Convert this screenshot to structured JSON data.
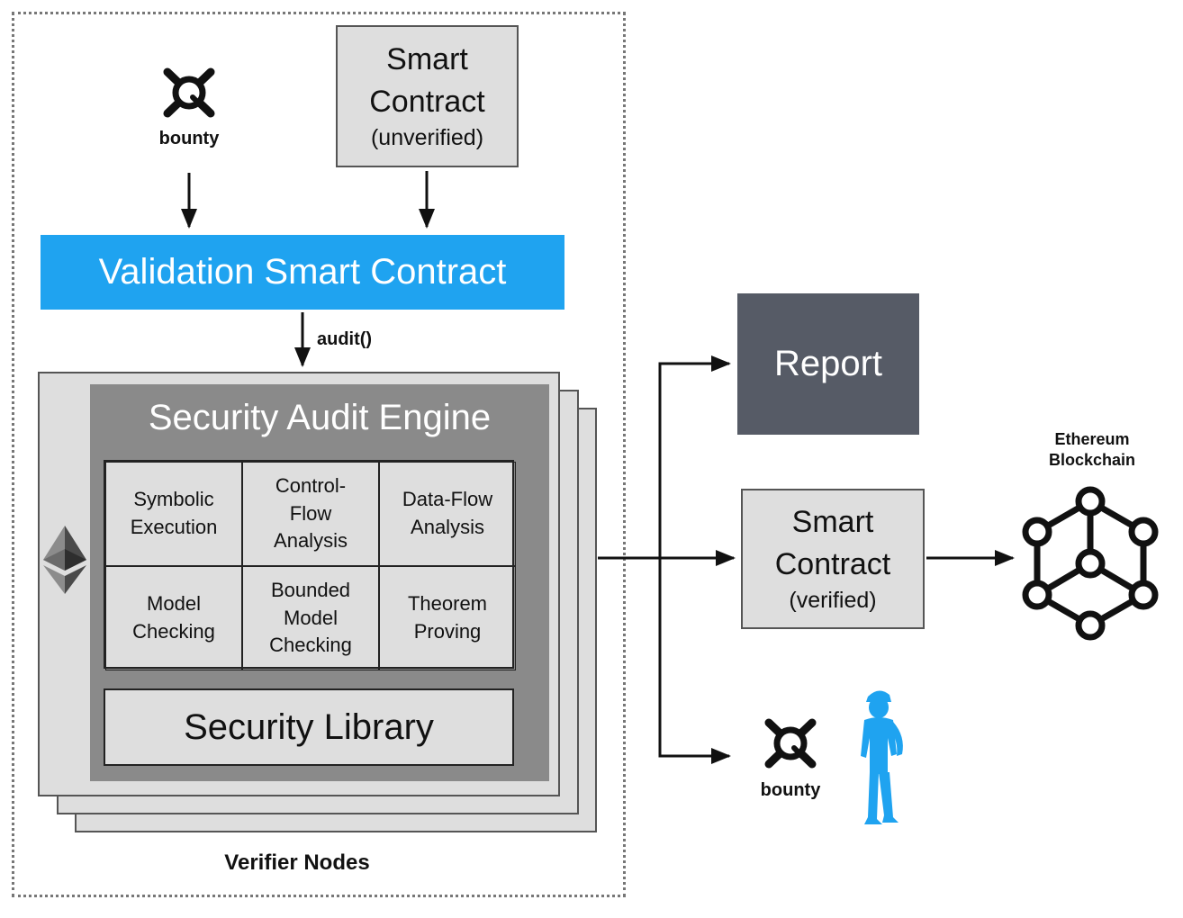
{
  "bounty_top": {
    "label": "bounty"
  },
  "smart_contract_unverified": {
    "title": "Smart Contract",
    "status": "(unverified)"
  },
  "validation_contract": {
    "label": "Validation Smart Contract"
  },
  "audit_call": {
    "label": "audit()"
  },
  "audit_engine": {
    "title": "Security Audit Engine",
    "techniques": [
      "Symbolic Execution",
      "Control-Flow Analysis",
      "Data-Flow Analysis",
      "Model Checking",
      "Bounded Model Checking",
      "Theorem Proving"
    ],
    "library": "Security Library"
  },
  "verifier_nodes": {
    "label": "Verifier Nodes"
  },
  "report": {
    "label": "Report"
  },
  "smart_contract_verified": {
    "title": "Smart Contract",
    "status": "(verified)"
  },
  "ethereum": {
    "line1": "Ethereum",
    "line2": "Blockchain"
  },
  "bounty_bottom": {
    "label": "bounty"
  },
  "colors": {
    "validation_blue": "#1fa3f0",
    "report_slate": "#565b66",
    "worker_blue": "#1fa3f0",
    "box_grey": "#dedede",
    "engine_grey": "#8a8a8a"
  }
}
